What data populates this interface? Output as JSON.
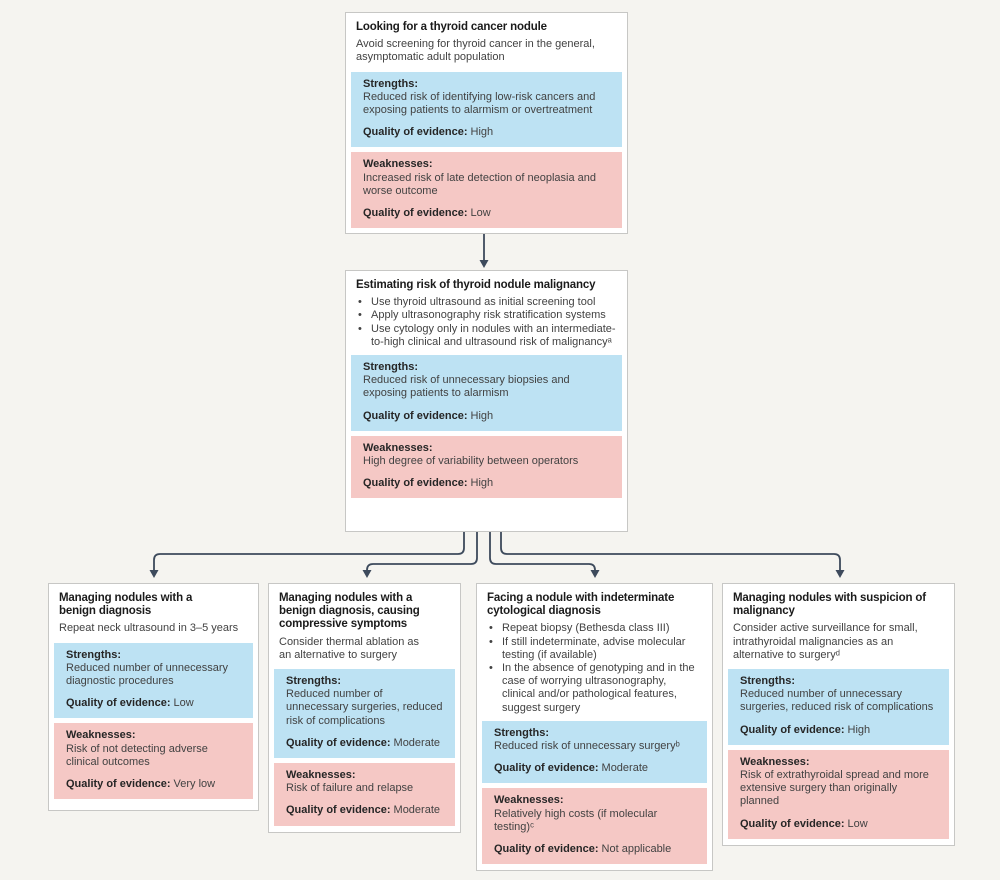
{
  "palette": {
    "background": "#f5f4f0",
    "box_fill": "#ffffff",
    "box_border": "#c7c7c5",
    "strengths_blue": "#bde2f3",
    "weaknesses_pink": "#f5c8c5",
    "arrow_color": "#3d4a5c",
    "title_color": "#1b1b1b",
    "body_color": "#424242"
  },
  "flow": {
    "screening": {
      "title": "Looking for a thyroid cancer nodule",
      "desc": "Avoid screening for thyroid cancer in the general, asymptomatic adult population",
      "strengths": {
        "heading": "Strengths:",
        "text": "Reduced risk of identifying low-risk cancers and exposing patients to alarmism or overtreatment",
        "quality_label": "Quality of evidence:",
        "quality_value": "High"
      },
      "weaknesses": {
        "heading": "Weaknesses:",
        "text": "Increased risk of late detection of neoplasia and worse outcome",
        "quality_label": "Quality of evidence:",
        "quality_value": "Low"
      }
    },
    "estimating": {
      "title": "Estimating risk of thyroid nodule malignancy",
      "bullets": [
        "Use thyroid ultrasound as initial screening tool",
        "Apply ultrasonography risk stratification systems",
        "Use cytology only in nodules with an intermediate-to-high clinical and ultrasound risk of malignancyᵃ"
      ],
      "strengths": {
        "heading": "Strengths:",
        "text": "Reduced risk of unnecessary biopsies and exposing patients to alarmism",
        "quality_label": "Quality of evidence:",
        "quality_value": "High"
      },
      "weaknesses": {
        "heading": "Weaknesses:",
        "text": "High degree of variability between operators",
        "quality_label": "Quality of evidence:",
        "quality_value": "High"
      }
    },
    "benign": {
      "title": "Managing nodules with a benign diagnosis",
      "desc": "Repeat neck ultrasound in 3–5 years",
      "strengths": {
        "heading": "Strengths:",
        "text": "Reduced number of unnecessary diagnostic procedures",
        "quality_label": "Quality of evidence:",
        "quality_value": "Low"
      },
      "weaknesses": {
        "heading": "Weaknesses:",
        "text": "Risk of not detecting adverse clinical outcomes",
        "quality_label": "Quality of evidence:",
        "quality_value": "Very low"
      }
    },
    "compressive": {
      "title": "Managing nodules with a benign diagnosis, causing compressive symptoms",
      "desc": "Consider thermal ablation as an alternative to surgery",
      "strengths": {
        "heading": "Strengths:",
        "text": "Reduced number of unnecessary surgeries, reduced risk of complications",
        "quality_label": "Quality of evidence:",
        "quality_value": "Moderate"
      },
      "weaknesses": {
        "heading": "Weaknesses:",
        "text": "Risk of failure and relapse",
        "quality_label": "Quality of evidence:",
        "quality_value": "Moderate"
      }
    },
    "indeterminate": {
      "title": "Facing a nodule with indeterminate cytological diagnosis",
      "bullets": [
        "Repeat biopsy (Bethesda class III)",
        "If still indeterminate, advise molecular testing (if available)",
        "In the absence of genotyping and in the case of worrying ultrasonography, clinical and/or pathological features, suggest surgery"
      ],
      "strengths": {
        "heading": "Strengths:",
        "text": "Reduced risk of unnecessary surgeryᵇ",
        "quality_label": "Quality of evidence:",
        "quality_value": "Moderate"
      },
      "weaknesses": {
        "heading": "Weaknesses:",
        "text": "Relatively high costs (if molecular testing)ᶜ",
        "quality_label": "Quality of evidence:",
        "quality_value": "Not applicable"
      }
    },
    "suspicion": {
      "title": "Managing nodules with suspicion of malignancy",
      "desc": "Consider active surveillance for small, intrathyroidal malignancies as an alternative to surgeryᵈ",
      "strengths": {
        "heading": "Strengths:",
        "text": "Reduced number of unnecessary surgeries, reduced risk of complications",
        "quality_label": "Quality of evidence:",
        "quality_value": "High"
      },
      "weaknesses": {
        "heading": "Weaknesses:",
        "text": "Risk of extrathyroidal spread and more extensive surgery than originally planned",
        "quality_label": "Quality of evidence:",
        "quality_value": "Low"
      }
    }
  }
}
